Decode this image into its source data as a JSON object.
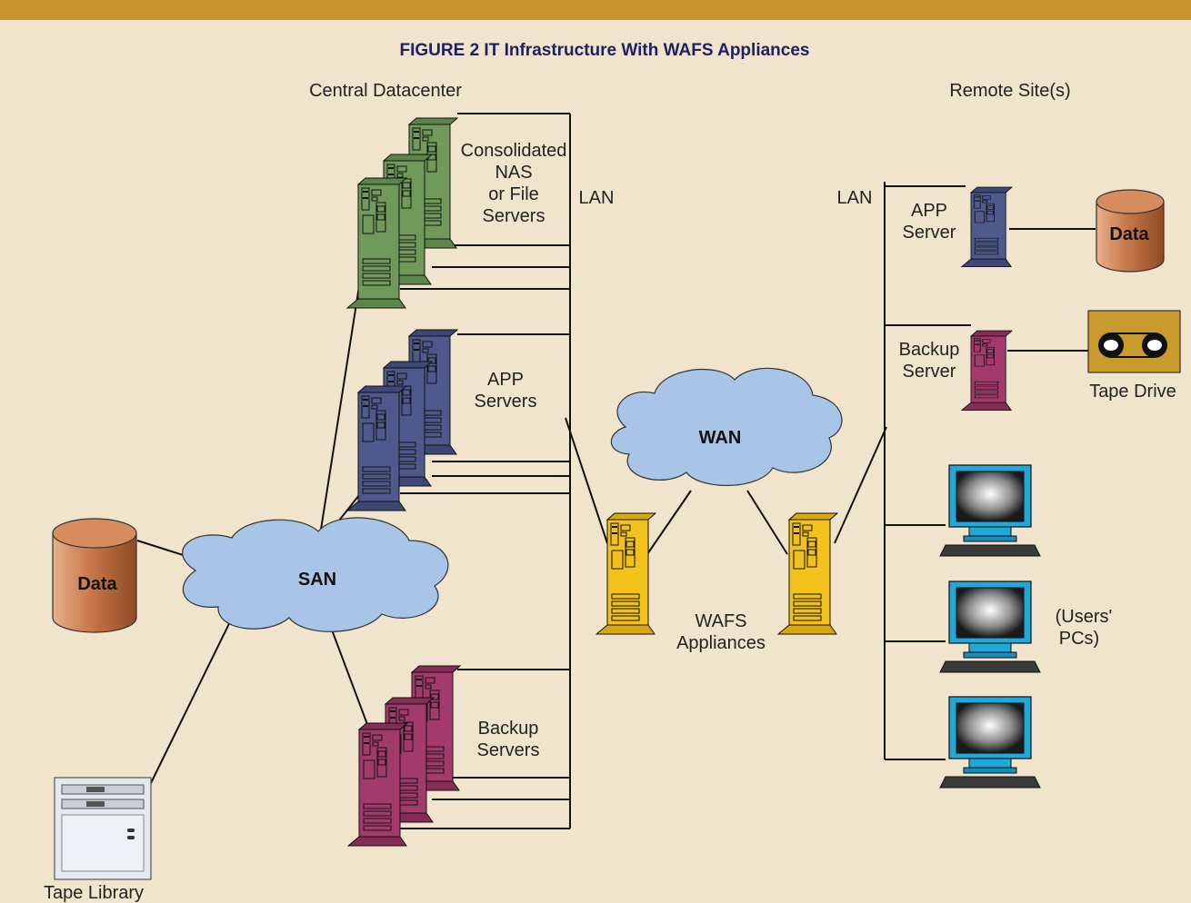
{
  "figure": {
    "title": "FIGURE 2 IT Infrastructure With WAFS Appliances",
    "accent_bar_color": "#c8952c",
    "background_color": "#f1e4cd"
  },
  "sections": {
    "central": "Central Datacenter",
    "remote": "Remote Site(s)"
  },
  "labels": {
    "nas": [
      "Consolidated",
      "NAS",
      "or File",
      "Servers"
    ],
    "lan_central": "LAN",
    "lan_remote": "LAN",
    "app_servers": [
      "APP",
      "Servers"
    ],
    "backup_servers": [
      "Backup",
      "Servers"
    ],
    "wan": "WAN",
    "san": "SAN",
    "data_central": "Data",
    "data_remote": "Data",
    "tape_library": "Tape Library",
    "wafs": [
      "WAFS",
      "Appliances"
    ],
    "app_server_remote": [
      "APP",
      "Server"
    ],
    "backup_server_remote": [
      "Backup",
      "Server"
    ],
    "tape_drive": "Tape Drive",
    "users_pcs": [
      "(Users'",
      "PCs)"
    ]
  },
  "colors": {
    "nas_server": "#6f9a5c",
    "app_server": "#4e5a8c",
    "backup_server": "#a33a6e",
    "wafs_appliance": "#f3c11c",
    "cloud": "#a8c4e6",
    "database": "#c2703e",
    "monitor": "#20a8d8",
    "tape_drive": "#c99a2e"
  }
}
